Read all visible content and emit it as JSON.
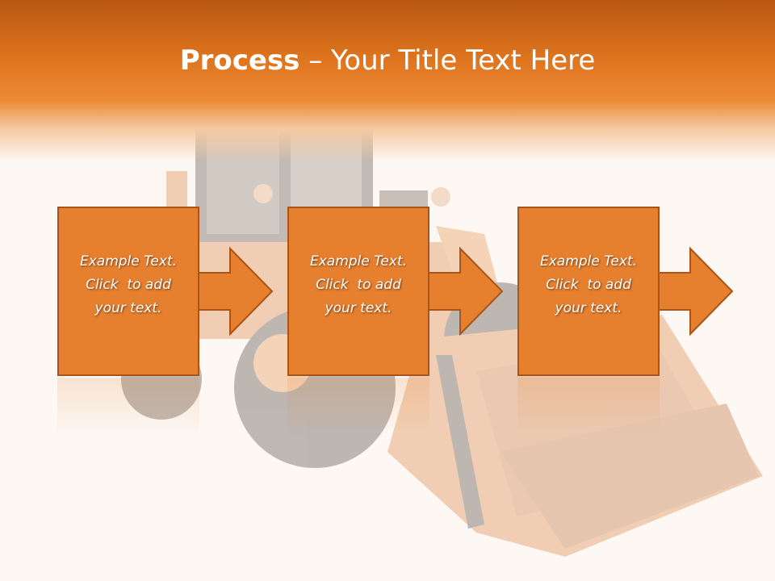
{
  "slide": {
    "title_bold": "Process",
    "title_rest": " – Your Title Text Here"
  },
  "steps": [
    {
      "line1": "Example Text.",
      "line2": "Click  to add",
      "line3": "your text."
    },
    {
      "line1": "Example Text.",
      "line2": "Click  to add",
      "line3": "your text."
    },
    {
      "line1": "Example Text.",
      "line2": "Click  to add",
      "line3": "your text."
    }
  ],
  "colors": {
    "accent": "#e6802f",
    "border": "#a95418",
    "header_dark": "#b95712",
    "background": "#fdf8f4"
  },
  "background_image": "faded-orange-wheel-loader"
}
